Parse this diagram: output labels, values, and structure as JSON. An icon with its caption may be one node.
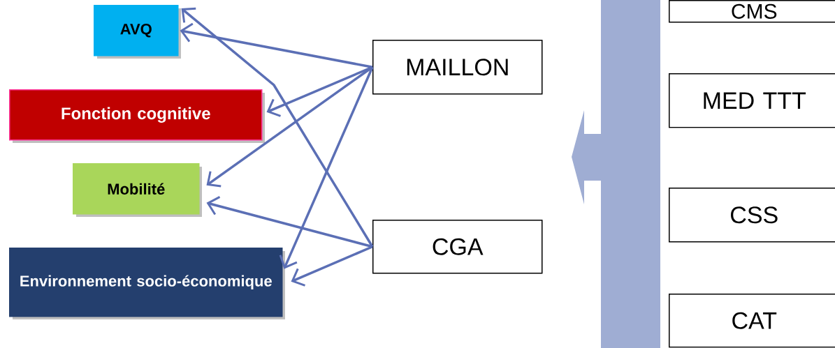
{
  "diagram": {
    "nodes": [
      {
        "text": [
          "AVQ"
        ]
      },
      {
        "text": [
          "Fonction cognitive"
        ]
      },
      {
        "text": [
          "Mobilité"
        ]
      },
      {
        "text": [
          "Environnement socio-économique"
        ]
      },
      {
        "text": [
          "MAILLON"
        ]
      },
      {
        "text": [
          "CGA"
        ]
      },
      {
        "text": [
          "CMS"
        ]
      },
      {
        "text": [
          "MED TTT"
        ]
      },
      {
        "text": [
          "CSS"
        ]
      },
      {
        "text": [
          "CAT"
        ]
      }
    ],
    "edges": [
      {
        "from": 4,
        "to": 0,
        "arrow": "to"
      },
      {
        "from": 4,
        "to": 1,
        "arrow": "to"
      },
      {
        "from": 4,
        "to": 2,
        "arrow": "to"
      },
      {
        "from": 4,
        "to": 3,
        "arrow": "to"
      },
      {
        "from": 5,
        "to": 0,
        "arrow": "to"
      },
      {
        "from": 5,
        "to": 2,
        "arrow": "to"
      },
      {
        "from": 5,
        "to": 3,
        "arrow": "to"
      }
    ]
  }
}
